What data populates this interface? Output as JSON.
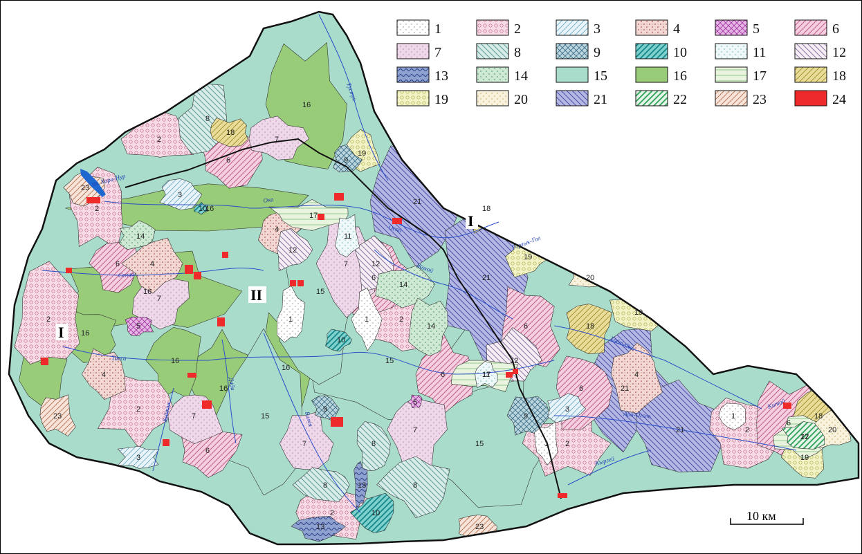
{
  "map": {
    "legend": [
      {
        "label": "1",
        "fill": "#ffffff",
        "pattern": "dots",
        "pc": "#888888"
      },
      {
        "label": "2",
        "fill": "#f7dbe6",
        "pattern": "circles",
        "pc": "#c06080"
      },
      {
        "label": "3",
        "fill": "#e8f4f8",
        "pattern": "diag",
        "pc": "#6aa8c8"
      },
      {
        "label": "4",
        "fill": "#f3d7d2",
        "pattern": "crossdots",
        "pc": "#a25a52"
      },
      {
        "label": "5",
        "fill": "#e6b6e4",
        "pattern": "cross",
        "pc": "#a030a0"
      },
      {
        "label": "6",
        "fill": "#f3cfe0",
        "pattern": "diag",
        "pc": "#c04878"
      },
      {
        "label": "7",
        "fill": "#efd7ea",
        "pattern": "dots",
        "pc": "#b080a8"
      },
      {
        "label": "8",
        "fill": "#d7ece8",
        "pattern": "diagr",
        "pc": "#4a8a86"
      },
      {
        "label": "9",
        "fill": "#b9d6df",
        "pattern": "cross",
        "pc": "#3a6a80"
      },
      {
        "label": "10",
        "fill": "#7fd2cf",
        "pattern": "diagbold",
        "pc": "#1b8c8a"
      },
      {
        "label": "11",
        "fill": "#eef8f8",
        "pattern": "dots",
        "pc": "#6aa"
      },
      {
        "label": "12",
        "fill": "#f4eef4",
        "pattern": "diagr",
        "pc": "#7a6090"
      },
      {
        "label": "13",
        "fill": "#8fa1cf",
        "pattern": "wave",
        "pc": "#2a3c88"
      },
      {
        "label": "14",
        "fill": "#cde8d3",
        "pattern": "dots",
        "pc": "#2f7c46"
      },
      {
        "label": "15",
        "fill": "#a9dccb",
        "pattern": "none",
        "pc": "#000"
      },
      {
        "label": "16",
        "fill": "#98cc78",
        "pattern": "none",
        "pc": "#000"
      },
      {
        "label": "17",
        "fill": "#e8f4de",
        "pattern": "hatchh",
        "pc": "#7cbf7c"
      },
      {
        "label": "18",
        "fill": "#e8dc98",
        "pattern": "diag",
        "pc": "#9a8a2a"
      },
      {
        "label": "19",
        "fill": "#f2f3c6",
        "pattern": "circles",
        "pc": "#a8ac40"
      },
      {
        "label": "20",
        "fill": "#f8f1dc",
        "pattern": "dots",
        "pc": "#b89a50"
      },
      {
        "label": "21",
        "fill": "#b3b7e4",
        "pattern": "diagr",
        "pc": "#3c3c98"
      },
      {
        "label": "22",
        "fill": "#e6f5ea",
        "pattern": "diagbold",
        "pc": "#3aa860"
      },
      {
        "label": "23",
        "fill": "#f6e4da",
        "pattern": "diag",
        "pc": "#b46a44"
      },
      {
        "label": "24",
        "fill": "#ee2a2a",
        "pattern": "none",
        "pc": "#000"
      }
    ],
    "lake_label": "оз. Хара-Нур",
    "regions": [
      {
        "label": "I",
        "pos": "upper-right"
      },
      {
        "label": "II",
        "pos": "center-left"
      },
      {
        "label": "I",
        "pos": "left"
      }
    ],
    "rivers": [
      "Ока",
      "Сенца",
      "Тисса",
      "Билея",
      "Жохой",
      "Хоёт-Ока",
      "Ара-Оголь",
      "Кыргей",
      "Тустук",
      "Хуйтэн",
      "Диби",
      "Оспа",
      "Горлык-Гол",
      "Китой"
    ],
    "zone_numbers": [
      "1",
      "2",
      "3",
      "4",
      "5",
      "6",
      "7",
      "8",
      "9",
      "10",
      "11",
      "12",
      "13",
      "14",
      "15",
      "16",
      "17",
      "18",
      "19",
      "20",
      "21",
      "22",
      "23"
    ],
    "scale_label": "10 км",
    "border_color": "#111111",
    "river_color": "#2a4fc8",
    "lake_color": "#1e66d0"
  }
}
